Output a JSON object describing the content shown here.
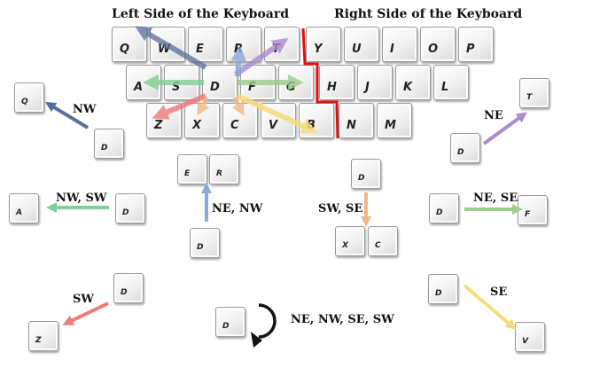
{
  "headings": {
    "left": "Left Side of the Keyboard",
    "right": "Right Side of the Keyboard"
  },
  "keyboard": {
    "row1": [
      "Q",
      "W",
      "E",
      "R",
      "T",
      "Y",
      "U",
      "I",
      "O",
      "P"
    ],
    "row2": [
      "A",
      "S",
      "D",
      "F",
      "G",
      "H",
      "J",
      "K",
      "L"
    ],
    "row3": [
      "Z",
      "X",
      "C",
      "V",
      "B",
      "N",
      "M"
    ]
  },
  "examples": {
    "nw": {
      "from": "D",
      "to": "Q",
      "label": "NW"
    },
    "ne": {
      "from": "D",
      "to": "T",
      "label": "NE"
    },
    "nw_sw": {
      "from": "D",
      "to": "A",
      "label": "NW, SW"
    },
    "ne_nw": {
      "from": "D",
      "to": [
        "E",
        "R"
      ],
      "label": "NE, NW"
    },
    "sw_se": {
      "from": "D",
      "to": [
        "X",
        "C"
      ],
      "label": "SW, SE"
    },
    "ne_se": {
      "from": "D",
      "to": "F",
      "label": "NE, SE"
    },
    "sw": {
      "from": "D",
      "to": "Z",
      "label": "SW"
    },
    "all": {
      "key": "D",
      "label": "NE, NW, SE, SW"
    },
    "se": {
      "from": "D",
      "to": "V",
      "label": "SE"
    }
  },
  "colors": {
    "nw": "#5a6e9a",
    "ne": "#a88bd0",
    "nw_sw": "#7fcf95",
    "ne_nw": "#8aa8d8",
    "sw_se": "#f0b78a",
    "ne_se": "#9ccc8a",
    "sw": "#f07878",
    "se": "#f7dc7a",
    "divider": "#e01010",
    "rotate": "#111111"
  }
}
